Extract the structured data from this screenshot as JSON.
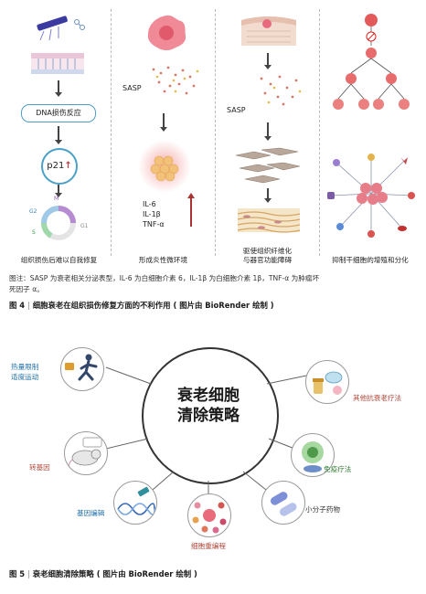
{
  "fig4": {
    "panel1": {
      "dna_box": "DNA损伤反应",
      "p21": "p21",
      "cycle_m": "M",
      "cycle_g2": "G2",
      "cycle_s": "S",
      "cycle_g1": "G1",
      "label": "组织损伤后难以自我修复"
    },
    "panel2": {
      "sasp": "SASP",
      "il6": "IL-6",
      "il1b": "IL-1β",
      "tnf": "TNF-α",
      "label": "形成炎性微环境"
    },
    "panel3": {
      "sasp": "SASP",
      "label_line1": "驱使组织纤维化",
      "label_line2": "与器官功能障碍"
    },
    "panel4": {
      "label": "抑制干细胞的增殖和分化"
    },
    "note_line1": "图注：SASP 为衰老相关分泌表型，IL-6 为白细胞介素 6，IL-1β 为白细胞介素 1β，TNF-α 为肿瘤坏",
    "note_line2": "死因子 α。",
    "caption_num": "图 4",
    "caption_text": "细胞衰老在组织损伤修复方面的不利作用 ( 图片由 BioRender 绘制 )"
  },
  "fig5": {
    "center_line1": "衰老细胞",
    "center_line2": "清除策略",
    "s1_line1": "热量限制",
    "s1_line2": "适度运动",
    "s2": "其他抗衰老疗法",
    "s3": "转基因",
    "s4": "免疫疗法",
    "s5": "基因编辑",
    "s6": "小分子药物",
    "s7": "细胞重编程",
    "caption_num": "图 5",
    "caption_text": "衰老细胞清除策略 ( 图片由 BioRender 绘制 )"
  },
  "colors": {
    "strategy_text": "#b0473a",
    "cyan_text": "#1f6fa8",
    "green_text": "#2f7d32"
  }
}
